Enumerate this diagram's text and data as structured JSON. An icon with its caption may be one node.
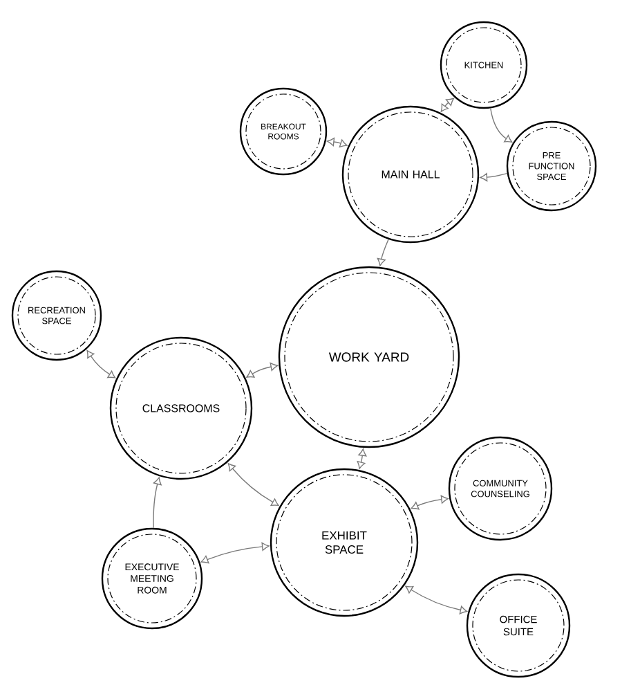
{
  "diagram": {
    "nodes": [
      {
        "text": [
          "KITCHEN"
        ]
      },
      {
        "text": [
          "BREAKOUT ROOMS"
        ]
      },
      {
        "text": [
          "MAIN HALL"
        ]
      },
      {
        "text": [
          "PRE FUNCTION SPACE"
        ]
      },
      {
        "text": [
          "RECREATION SPACE"
        ]
      },
      {
        "text": [
          "CLASSROOMS"
        ]
      },
      {
        "text": [
          "WORK YARD"
        ]
      },
      {
        "text": [
          "COMMUNITY COUNSELING"
        ]
      },
      {
        "text": [
          "EXECUTIVE MEETING ROOM"
        ]
      },
      {
        "text": [
          "EXHIBIT SPACE"
        ]
      },
      {
        "text": [
          "OFFICE SUITE"
        ]
      }
    ],
    "edges": [
      {
        "from": 2,
        "to": 0,
        "arrow": "both"
      },
      {
        "from": 0,
        "to": 3,
        "arrow": "to"
      },
      {
        "from": 1,
        "to": 2,
        "arrow": "both"
      },
      {
        "from": 3,
        "to": 2,
        "arrow": "to"
      },
      {
        "from": 2,
        "to": 6,
        "arrow": "to"
      },
      {
        "from": 4,
        "to": 5,
        "arrow": "both"
      },
      {
        "from": 5,
        "to": 6,
        "arrow": "both"
      },
      {
        "from": 9,
        "to": 6,
        "arrow": "both"
      },
      {
        "from": 8,
        "to": 5,
        "arrow": "to"
      },
      {
        "from": 5,
        "to": 9,
        "arrow": "both"
      },
      {
        "from": 8,
        "to": 9,
        "arrow": "both"
      },
      {
        "from": 9,
        "to": 7,
        "arrow": "both"
      },
      {
        "from": 9,
        "to": 10,
        "arrow": "both"
      }
    ]
  }
}
